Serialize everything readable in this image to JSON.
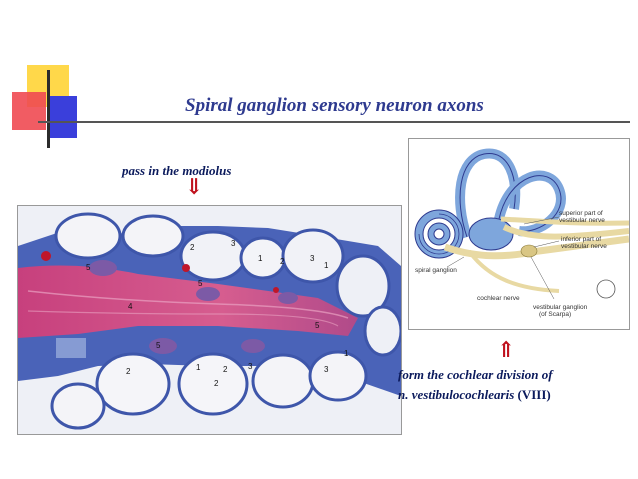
{
  "slide": {
    "title": "Spiral ganglion sensory neuron axons",
    "left_caption": "pass in the modiolus",
    "arrow_down_glyph": "⇓",
    "arrow_up_glyph": "⇑",
    "right_caption_line1_italic": "form the cochlear division of",
    "right_caption_line2_italic": "n. vestibulocochlearis",
    "right_caption_line2_plain": " (VIII)"
  },
  "colors": {
    "title": "#2e3a8f",
    "caption": "#0b1a5c",
    "arrow": "#c0121e",
    "nerve": "#e8d9a3",
    "bone_blue": "#7ea6dc",
    "tissue_pink": "#d24f86"
  },
  "histology_labels": [
    "2",
    "3",
    "1",
    "2",
    "3",
    "5",
    "1",
    "5",
    "4",
    "5",
    "5",
    "2",
    "1",
    "2",
    "3",
    "1",
    "3",
    "2"
  ],
  "diagram_labels": {
    "superior": [
      "superior part of",
      "vestibular nerve"
    ],
    "inferior": [
      "inferior part of",
      "vestibular nerve"
    ],
    "spiral_ganglion": "spiral ganglion",
    "cochlear_nerve": "cochlear nerve",
    "vestibular_ganglion": [
      "vestibular ganglion",
      "(of Scarpa)"
    ]
  }
}
